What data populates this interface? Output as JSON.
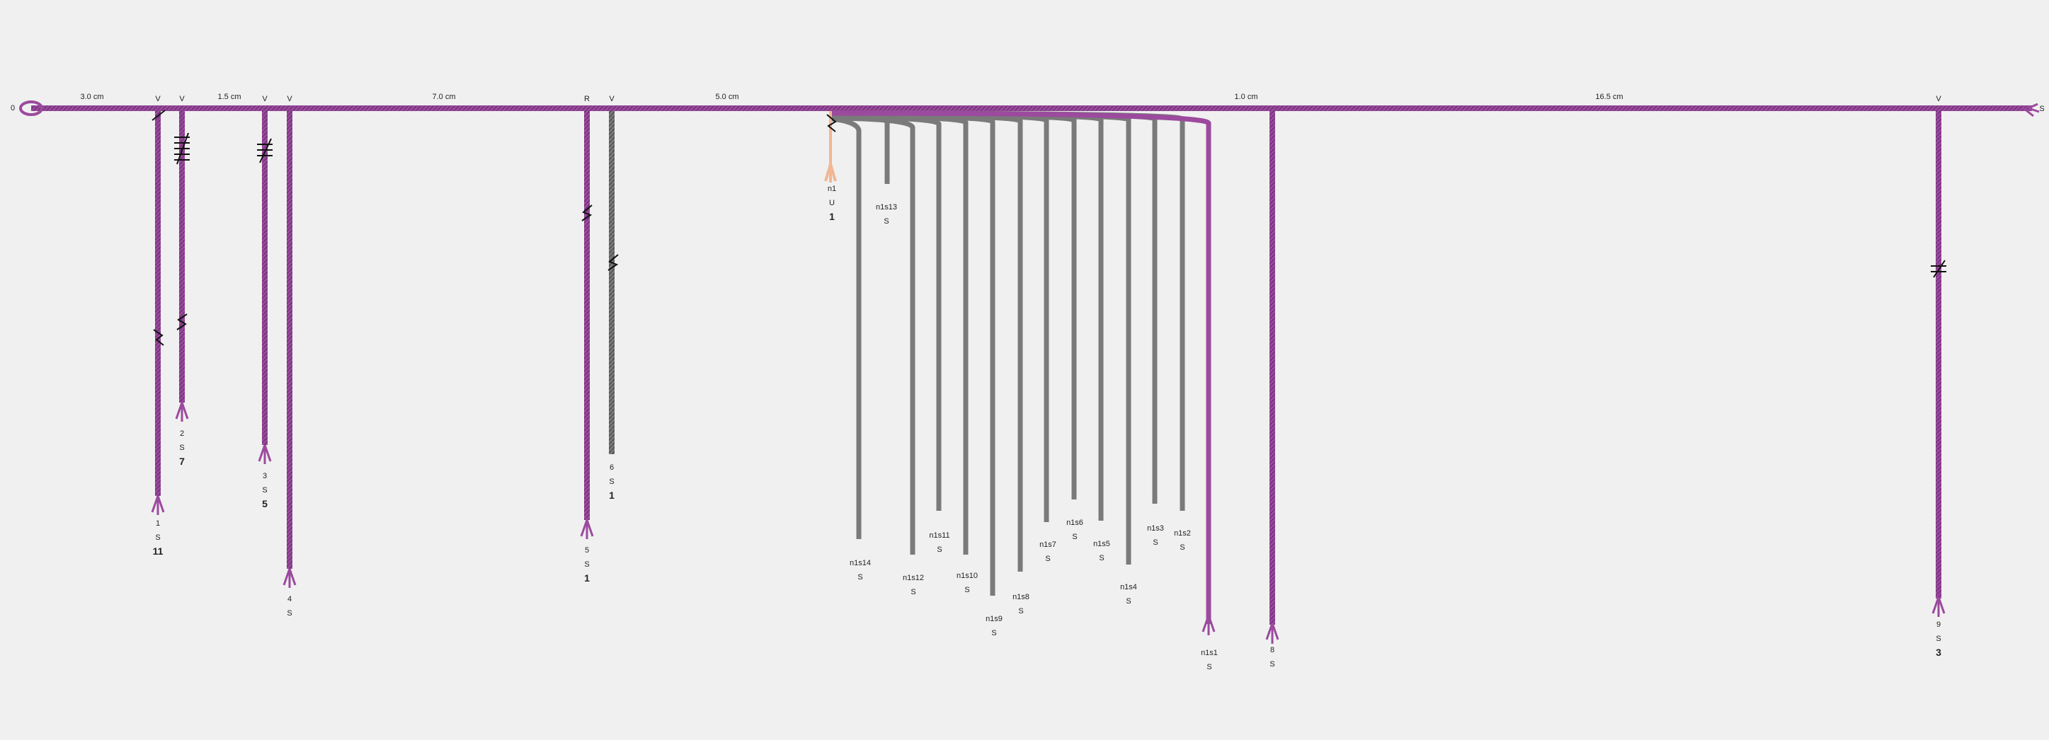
{
  "colors": {
    "background": "#f0f0f0",
    "purple": "#9b4a9e",
    "purple_dark": "#6e2f72",
    "gray": "#7a7a7a",
    "gray_dark": "#4c4c4c",
    "peach": "#f2b694",
    "knot": "#111111"
  },
  "primary": {
    "start_label": "0",
    "end_label": "S",
    "spacings": [
      "3.0 cm",
      "1.5 cm",
      "7.0 cm",
      "5.0 cm",
      "1.0 cm",
      "16.5 cm"
    ]
  },
  "pendants": [
    {
      "attach": "V",
      "num": "1",
      "term": "S",
      "count": "11"
    },
    {
      "attach": "V",
      "num": "2",
      "term": "S",
      "count": "7"
    },
    {
      "attach": "V",
      "num": "3",
      "term": "S",
      "count": "5"
    },
    {
      "attach": "V",
      "num": "4",
      "term": "S",
      "count": ""
    },
    {
      "attach": "R",
      "num": "5",
      "term": "S",
      "count": "1"
    },
    {
      "attach": "V",
      "num": "6",
      "term": "S",
      "count": "1"
    },
    {
      "attach": "",
      "num": "n1",
      "term": "U",
      "count": "1"
    },
    {
      "attach": "",
      "num": "n1s13",
      "term": "S",
      "count": ""
    },
    {
      "attach": "",
      "num": "n1s14",
      "term": "S",
      "count": ""
    },
    {
      "attach": "",
      "num": "n1s12",
      "term": "S",
      "count": ""
    },
    {
      "attach": "",
      "num": "n1s11",
      "term": "S",
      "count": ""
    },
    {
      "attach": "",
      "num": "n1s10",
      "term": "S",
      "count": ""
    },
    {
      "attach": "",
      "num": "n1s9",
      "term": "S",
      "count": ""
    },
    {
      "attach": "",
      "num": "n1s8",
      "term": "S",
      "count": ""
    },
    {
      "attach": "",
      "num": "n1s7",
      "term": "S",
      "count": ""
    },
    {
      "attach": "",
      "num": "n1s6",
      "term": "S",
      "count": ""
    },
    {
      "attach": "",
      "num": "n1s5",
      "term": "S",
      "count": ""
    },
    {
      "attach": "",
      "num": "n1s4",
      "term": "S",
      "count": ""
    },
    {
      "attach": "",
      "num": "n1s3",
      "term": "S",
      "count": ""
    },
    {
      "attach": "",
      "num": "n1s2",
      "term": "S",
      "count": ""
    },
    {
      "attach": "",
      "num": "n1s1",
      "term": "S",
      "count": ""
    },
    {
      "attach": "",
      "num": "8",
      "term": "S",
      "count": ""
    },
    {
      "attach": "V",
      "num": "9",
      "term": "S",
      "count": "3"
    }
  ]
}
